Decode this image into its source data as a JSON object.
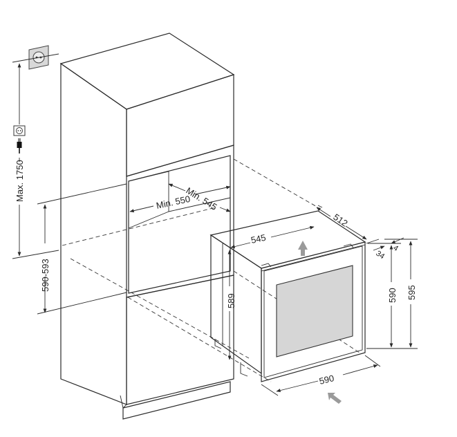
{
  "dimensions": {
    "max_height": "Max. 1750",
    "niche_height": "590-593",
    "min_width": "Min. 550",
    "min_depth": "Min. 545",
    "appliance_width_top": "545",
    "appliance_depth": "512",
    "appliance_height_side": "589",
    "door_height": "590",
    "total_height": "595",
    "front_width": "590",
    "door_gap_1": "34",
    "door_gap_2": "4"
  },
  "colors": {
    "cabinet_fill": "#ffffff",
    "niche_fill": "#d2d2d2",
    "line": "#2a2a2a",
    "arrow_grey": "#9a9a9a",
    "glass_fill": "#d6d6d6"
  },
  "icons": {
    "wall_socket": "wall-socket-icon",
    "power_socket": "power-socket-icon",
    "plug": "power-plug-icon",
    "airflow_up": "airflow-up-arrow-icon",
    "airflow_in": "airflow-in-arrow-icon"
  }
}
